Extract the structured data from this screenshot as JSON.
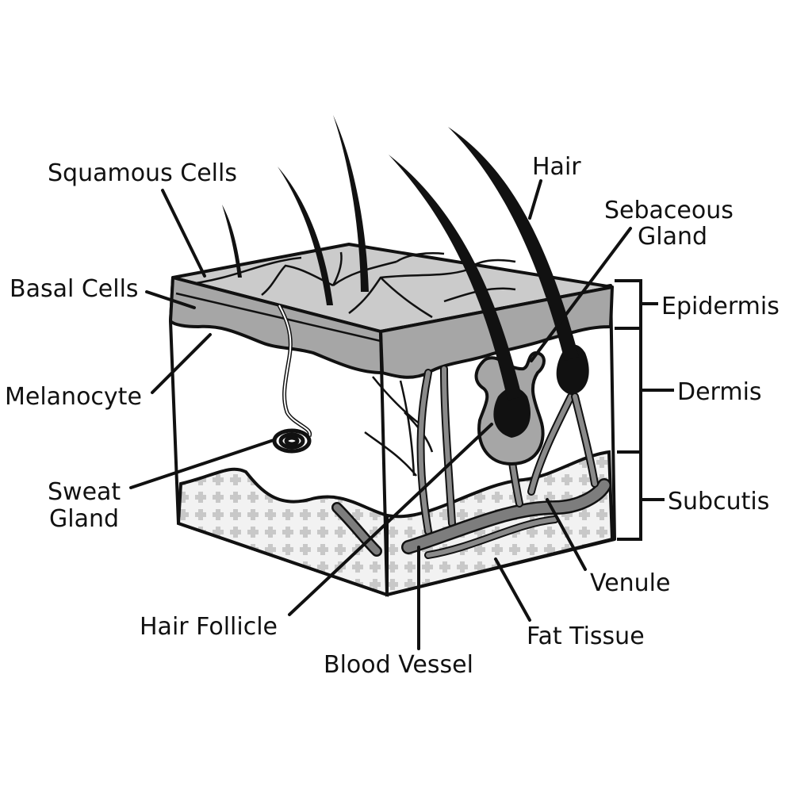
{
  "labels": {
    "squamous_cells": "Squamous Cells",
    "basal_cells": "Basal Cells",
    "melanocyte": "Melanocyte",
    "sweat_gland_1": "Sweat",
    "sweat_gland_2": "Gland",
    "hair_follicle": "Hair Follicle",
    "blood_vessel": "Blood Vessel",
    "fat_tissue": "Fat Tissue",
    "venule": "Venule",
    "hair": "Hair",
    "sebaceous_gland_1": "Sebaceous",
    "sebaceous_gland_2": "Gland"
  },
  "layers": {
    "epidermis": "Epidermis",
    "dermis": "Dermis",
    "subcutis": "Subcutis"
  },
  "colors": {
    "epidermis_top": "#c9c9c9",
    "epidermis_band": "#a4a4a4",
    "dermis": "#ffffff",
    "fat_pattern": "#d7d7d7",
    "hair": "#111111",
    "vessel": "#7d7d7d"
  }
}
